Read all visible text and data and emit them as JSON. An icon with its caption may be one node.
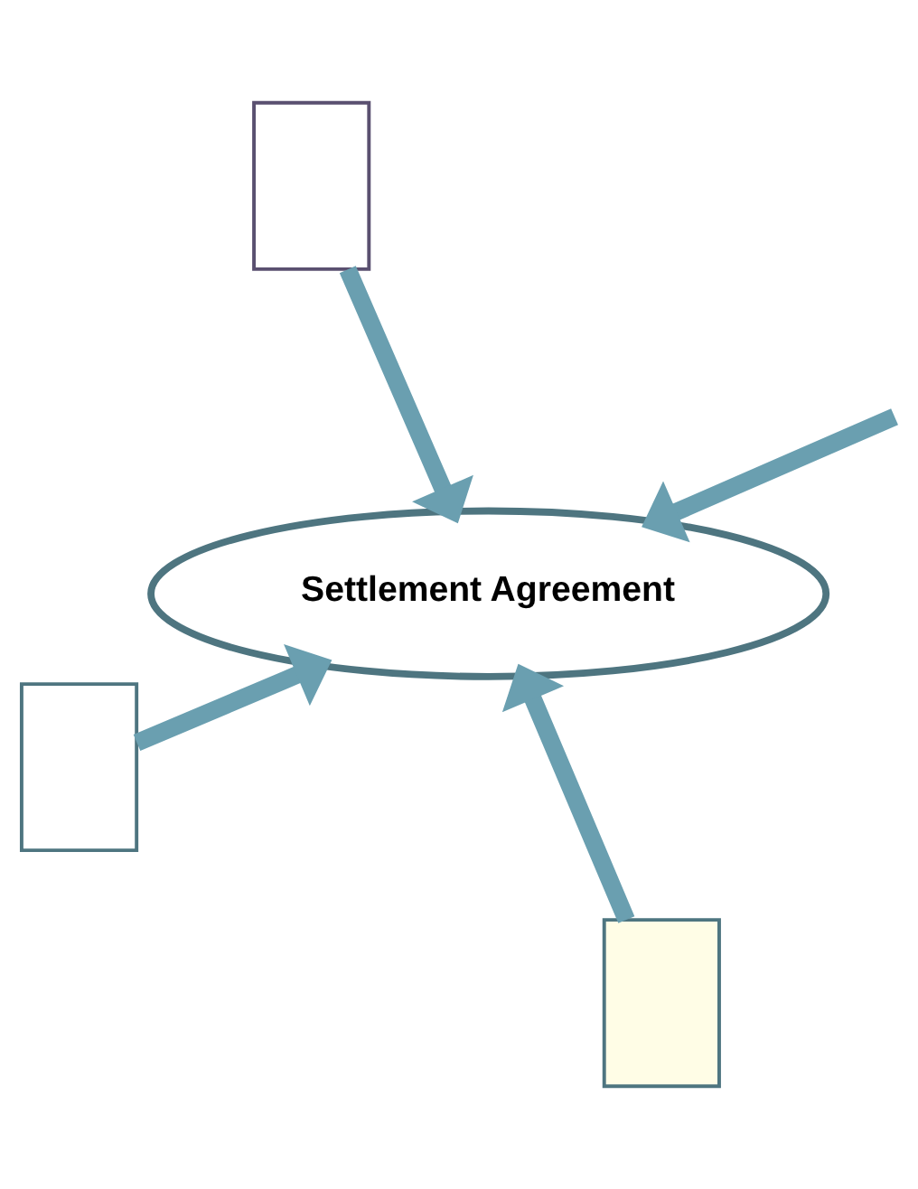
{
  "diagram": {
    "nodes": [
      {
        "text": [],
        "shape": "box"
      },
      {
        "text": [
          "Settlement Agreement"
        ]
      },
      {
        "text": [],
        "shape": "box"
      },
      {
        "text": [],
        "shape": "box"
      }
    ],
    "edges": [
      {
        "from": 0,
        "to": 1,
        "arrow": "to"
      },
      {
        "from": null,
        "to": 1,
        "arrow": "to"
      },
      {
        "from": 2,
        "to": 1,
        "arrow": "to"
      },
      {
        "from": 3,
        "to": 1,
        "arrow": "to"
      }
    ]
  }
}
